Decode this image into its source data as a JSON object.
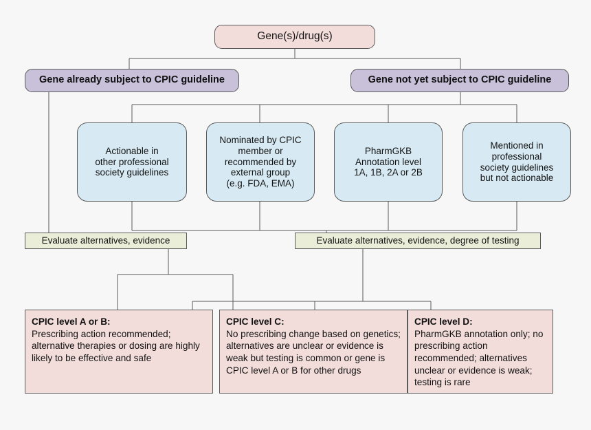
{
  "diagram": {
    "title_node": {
      "label": "Gene(s)/drug(s)"
    },
    "branches": [
      {
        "label": "Gene already subject to CPIC guideline"
      },
      {
        "label": "Gene not yet subject to CPIC guideline"
      }
    ],
    "criteria": [
      {
        "lines": [
          "Actionable in",
          "other professional",
          "society guidelines"
        ]
      },
      {
        "lines": [
          "Nominated by CPIC",
          "member or",
          "recommended by",
          "external group",
          "(e.g. FDA, EMA)"
        ]
      },
      {
        "lines": [
          "PharmGKB",
          "Annotation level",
          "1A, 1B, 2A or 2B"
        ]
      },
      {
        "lines": [
          "Mentioned in",
          "professional",
          "society guidelines",
          "but not actionable"
        ]
      }
    ],
    "evaluations": [
      {
        "label": "Evaluate alternatives, evidence"
      },
      {
        "label": "Evaluate alternatives, evidence, degree of testing"
      }
    ],
    "outcomes": [
      {
        "heading": "CPIC level A or B:",
        "body": "Prescribing action recommended; alternative therapies or dosing are highly likely to be effective and safe"
      },
      {
        "heading": "CPIC level C:",
        "body": "No prescribing change based on genetics; alternatives are unclear or evidence is weak but testing is common or gene is CPIC level A or B for other drugs"
      },
      {
        "heading": "CPIC level D:",
        "body": "PharmGKB annotation only; no prescribing action recommended; alternatives unclear or evidence is weak; testing is rare"
      }
    ],
    "colors": {
      "root_fill": "#f2ddda",
      "branch_fill": "#c9c0da",
      "criteria_fill": "#d7eaf3",
      "evaluation_fill": "#eaeed8",
      "outcome_fill": "#f2ddda",
      "edge_stroke": "#585858",
      "background": "#f7f7f7"
    }
  }
}
